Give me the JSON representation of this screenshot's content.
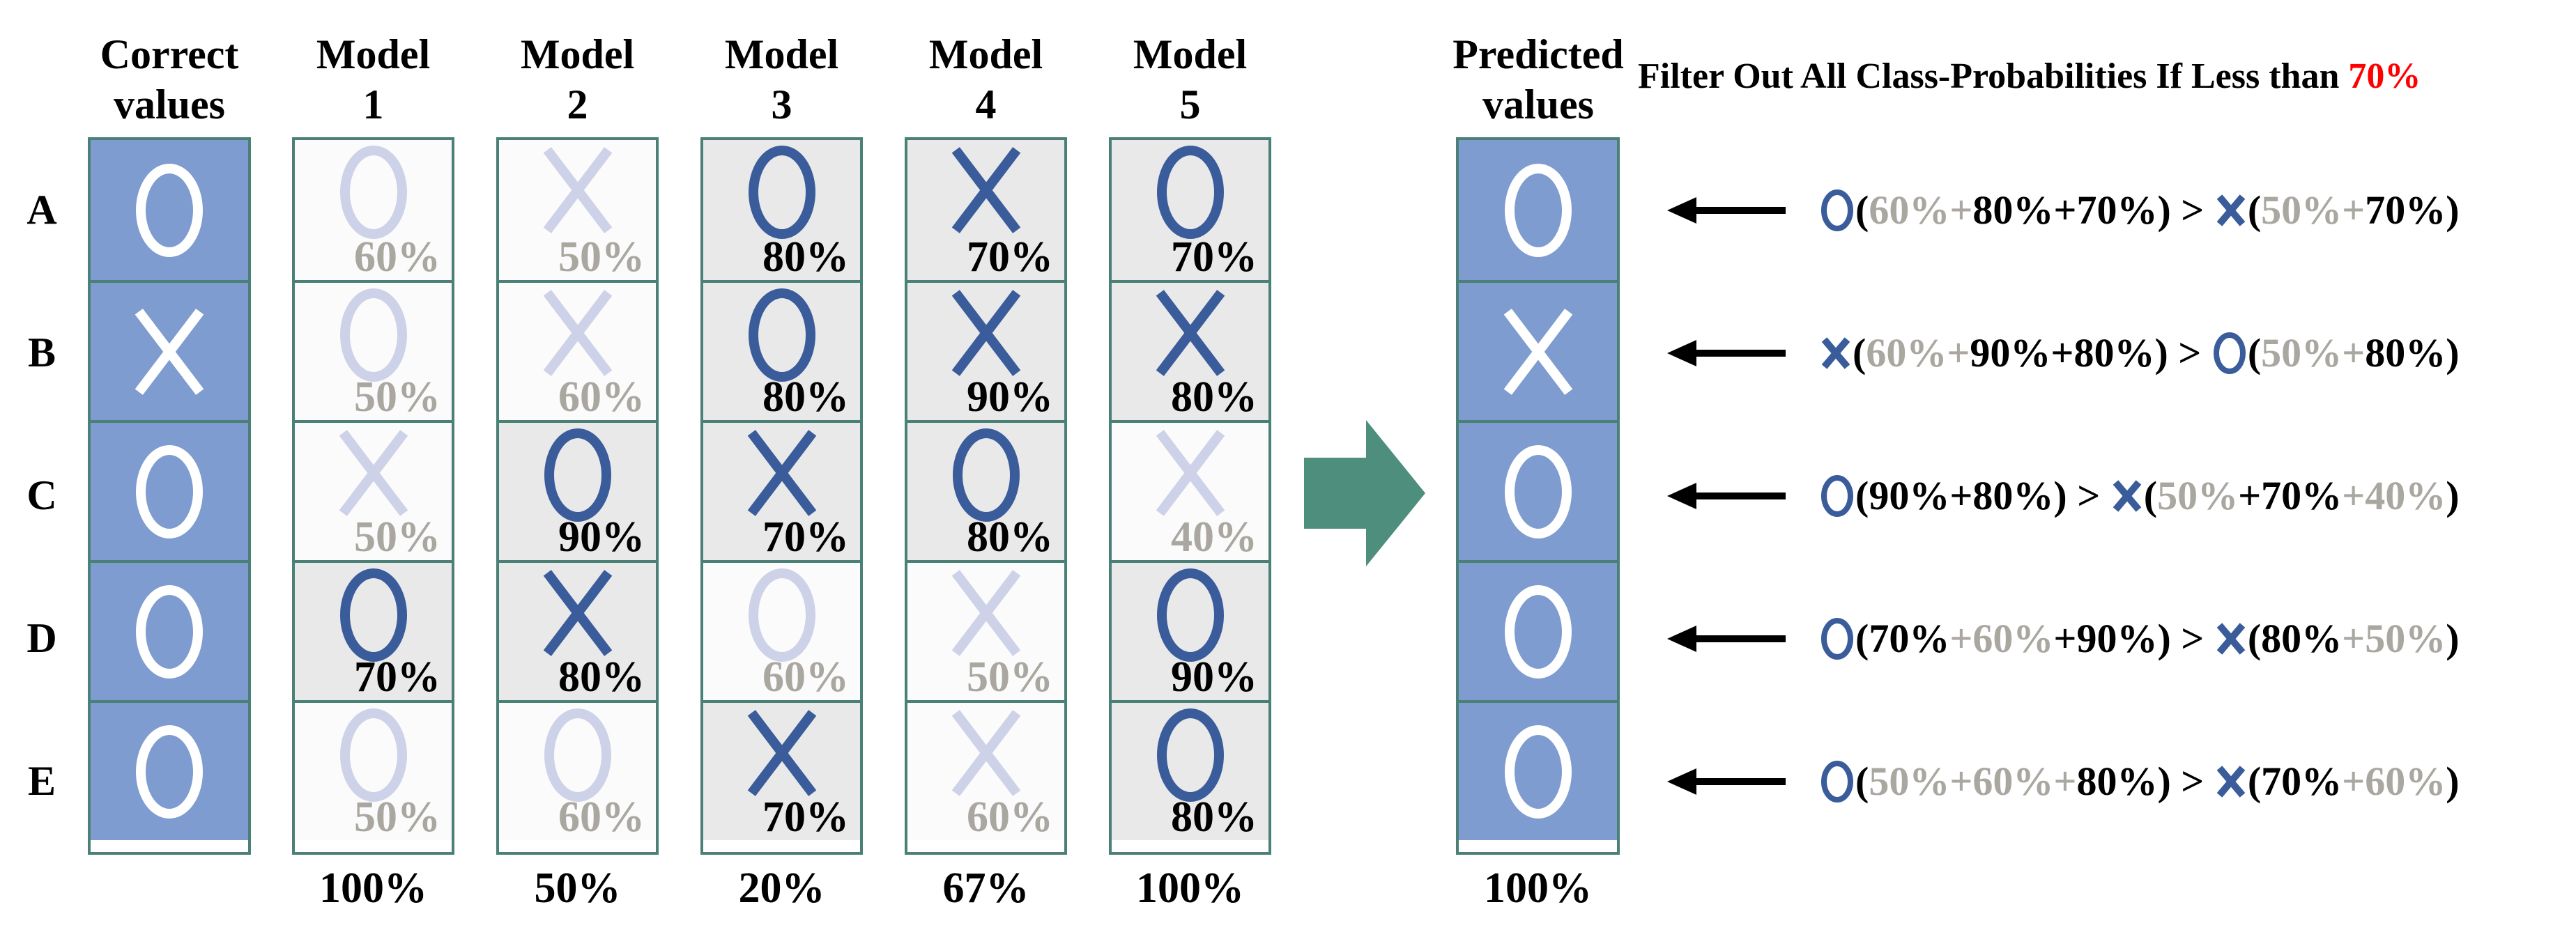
{
  "colors": {
    "cell_blue": "#7E9CCF",
    "symbol_navy": "#3A5C9B",
    "symbol_faded": "#CDD2E8",
    "symbol_white": "#FFFFFF",
    "border_teal": "#4A8076",
    "arrow_teal": "#4E8E7D",
    "text_gray": "#A9A7A0",
    "bg_strong": "#E9E9E9",
    "bg_faded": "#FBFBFB",
    "threshold_red": "#FF0000",
    "text_black": "#000000"
  },
  "icons": {
    "circle_symbol": "circle-outline",
    "cross_symbol": "x-cross",
    "big_arrow": "right-block-arrow",
    "formula_arrow": "left-arrow"
  },
  "headers": {
    "correct": {
      "line1": "Correct",
      "line2": "values"
    },
    "models": [
      {
        "line1": "Model",
        "line2": "1"
      },
      {
        "line1": "Model",
        "line2": "2"
      },
      {
        "line1": "Model",
        "line2": "3"
      },
      {
        "line1": "Model",
        "line2": "4"
      },
      {
        "line1": "Model",
        "line2": "5"
      }
    ],
    "predicted": {
      "line1": "Predicted",
      "line2": "values"
    }
  },
  "title": {
    "text": "Filter Out All Class-Probabilities If Less than ",
    "threshold": "70%"
  },
  "rows": [
    {
      "label": "A",
      "correct": "O",
      "predicted": "O",
      "models": [
        {
          "sym": "O",
          "pct": "60%",
          "kept": false
        },
        {
          "sym": "X",
          "pct": "50%",
          "kept": false
        },
        {
          "sym": "O",
          "pct": "80%",
          "kept": true
        },
        {
          "sym": "X",
          "pct": "70%",
          "kept": true
        },
        {
          "sym": "O",
          "pct": "70%",
          "kept": true
        }
      ]
    },
    {
      "label": "B",
      "correct": "X",
      "predicted": "X",
      "models": [
        {
          "sym": "O",
          "pct": "50%",
          "kept": false
        },
        {
          "sym": "X",
          "pct": "60%",
          "kept": false
        },
        {
          "sym": "O",
          "pct": "80%",
          "kept": true
        },
        {
          "sym": "X",
          "pct": "90%",
          "kept": true
        },
        {
          "sym": "X",
          "pct": "80%",
          "kept": true
        }
      ]
    },
    {
      "label": "C",
      "correct": "O",
      "predicted": "O",
      "models": [
        {
          "sym": "X",
          "pct": "50%",
          "kept": false
        },
        {
          "sym": "O",
          "pct": "90%",
          "kept": true
        },
        {
          "sym": "X",
          "pct": "70%",
          "kept": true
        },
        {
          "sym": "O",
          "pct": "80%",
          "kept": true
        },
        {
          "sym": "X",
          "pct": "40%",
          "kept": false
        }
      ]
    },
    {
      "label": "D",
      "correct": "O",
      "predicted": "O",
      "models": [
        {
          "sym": "O",
          "pct": "70%",
          "kept": true
        },
        {
          "sym": "X",
          "pct": "80%",
          "kept": true
        },
        {
          "sym": "O",
          "pct": "60%",
          "kept": false
        },
        {
          "sym": "X",
          "pct": "50%",
          "kept": false
        },
        {
          "sym": "O",
          "pct": "90%",
          "kept": true
        }
      ]
    },
    {
      "label": "E",
      "correct": "O",
      "predicted": "O",
      "models": [
        {
          "sym": "O",
          "pct": "50%",
          "kept": false
        },
        {
          "sym": "O",
          "pct": "60%",
          "kept": false
        },
        {
          "sym": "X",
          "pct": "70%",
          "kept": true
        },
        {
          "sym": "X",
          "pct": "60%",
          "kept": false
        },
        {
          "sym": "O",
          "pct": "80%",
          "kept": true
        }
      ]
    }
  ],
  "accuracies": {
    "models": [
      "100%",
      "50%",
      "20%",
      "67%",
      "100%"
    ],
    "predicted": "100%"
  },
  "formulas": [
    {
      "row": "A",
      "tokens": [
        {
          "sym": "O"
        },
        {
          "t": "("
        },
        {
          "t": "60%",
          "gray": true
        },
        {
          "t": "+",
          "gray": true
        },
        {
          "t": "80%"
        },
        {
          "t": "+"
        },
        {
          "t": "70%"
        },
        {
          "t": ") > "
        },
        {
          "sym": "X"
        },
        {
          "t": "("
        },
        {
          "t": "50%",
          "gray": true
        },
        {
          "t": "+",
          "gray": true
        },
        {
          "t": "70%"
        },
        {
          "t": ")"
        }
      ]
    },
    {
      "row": "B",
      "tokens": [
        {
          "sym": "X"
        },
        {
          "t": "("
        },
        {
          "t": "60%",
          "gray": true
        },
        {
          "t": "+",
          "gray": true
        },
        {
          "t": "90%"
        },
        {
          "t": "+"
        },
        {
          "t": "80%"
        },
        {
          "t": ") > "
        },
        {
          "sym": "O"
        },
        {
          "t": "("
        },
        {
          "t": "50%",
          "gray": true
        },
        {
          "t": "+",
          "gray": true
        },
        {
          "t": "80%"
        },
        {
          "t": ")"
        }
      ]
    },
    {
      "row": "C",
      "tokens": [
        {
          "sym": "O"
        },
        {
          "t": "("
        },
        {
          "t": "90%"
        },
        {
          "t": "+"
        },
        {
          "t": "80%"
        },
        {
          "t": ") > "
        },
        {
          "sym": "X"
        },
        {
          "t": "("
        },
        {
          "t": "50%",
          "gray": true
        },
        {
          "t": "+"
        },
        {
          "t": "70%"
        },
        {
          "t": "+",
          "gray": true
        },
        {
          "t": "40%",
          "gray": true
        },
        {
          "t": ")"
        }
      ]
    },
    {
      "row": "D",
      "tokens": [
        {
          "sym": "O"
        },
        {
          "t": "("
        },
        {
          "t": "70%"
        },
        {
          "t": "+",
          "gray": true
        },
        {
          "t": "60%",
          "gray": true
        },
        {
          "t": "+"
        },
        {
          "t": "90%"
        },
        {
          "t": ") > "
        },
        {
          "sym": "X"
        },
        {
          "t": "("
        },
        {
          "t": "80%"
        },
        {
          "t": "+",
          "gray": true
        },
        {
          "t": "50%",
          "gray": true
        },
        {
          "t": ")"
        }
      ]
    },
    {
      "row": "E",
      "tokens": [
        {
          "sym": "O"
        },
        {
          "t": "("
        },
        {
          "t": "50%",
          "gray": true
        },
        {
          "t": "+",
          "gray": true
        },
        {
          "t": "60%",
          "gray": true
        },
        {
          "t": "+",
          "gray": true
        },
        {
          "t": "80%"
        },
        {
          "t": ") > "
        },
        {
          "sym": "X"
        },
        {
          "t": "("
        },
        {
          "t": "70%"
        },
        {
          "t": "+",
          "gray": true
        },
        {
          "t": "60%",
          "gray": true
        },
        {
          "t": ")"
        }
      ]
    }
  ]
}
